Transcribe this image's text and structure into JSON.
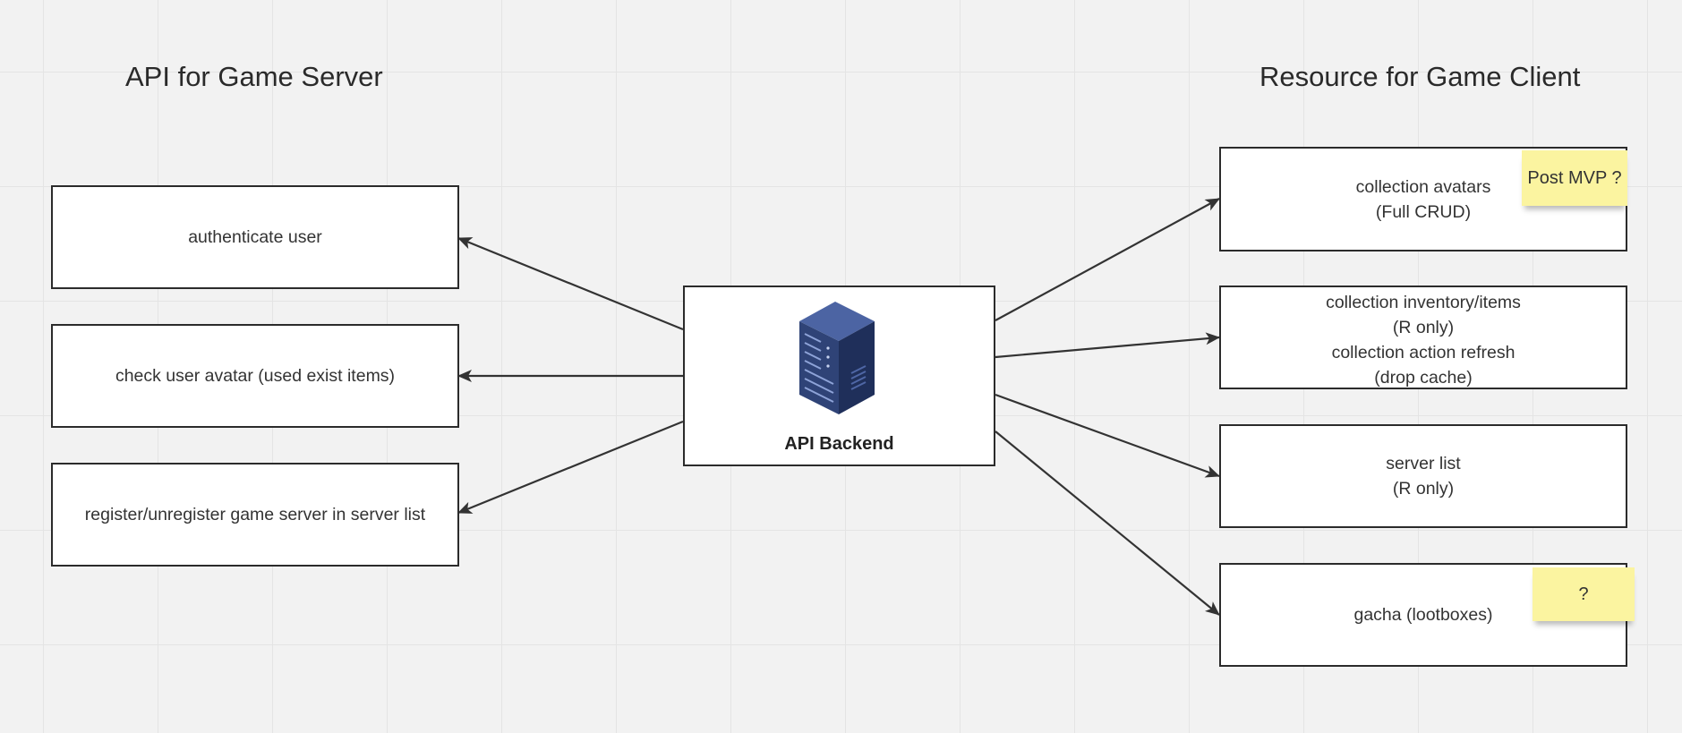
{
  "headings": {
    "left": "API for Game Server",
    "right": "Resource for Game Client"
  },
  "backend": {
    "label": "API Backend",
    "icon": "server-icon"
  },
  "left_boxes": [
    {
      "lines": [
        "authenticate user"
      ]
    },
    {
      "lines": [
        "check user avatar (used exist items)"
      ]
    },
    {
      "lines": [
        "register/unregister game server in server list"
      ]
    }
  ],
  "right_boxes": [
    {
      "lines": [
        "collection avatars",
        "(Full CRUD)"
      ]
    },
    {
      "lines": [
        "collection inventory/items",
        "(R only)",
        "collection action refresh",
        "(drop cache)"
      ]
    },
    {
      "lines": [
        "server list",
        "(R only)"
      ]
    },
    {
      "lines": [
        "gacha (lootboxes)"
      ]
    }
  ],
  "stickies": [
    {
      "text": "Post MVP ?"
    },
    {
      "text": "?"
    }
  ],
  "colors": {
    "canvas": "#f2f2f2",
    "grid": "#e4e4e4",
    "stroke": "#2b2b2b",
    "sticky": "#fbf4a0",
    "server_icon": "#2f4377"
  }
}
